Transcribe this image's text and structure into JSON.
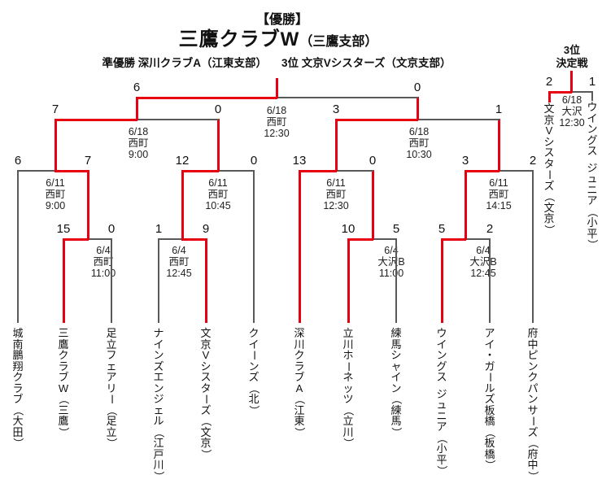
{
  "header": {
    "champion_label": "【優勝】",
    "champion_name": "三鷹クラブW",
    "champion_branch": "（三鷹支部）",
    "runner_up": "準優勝 深川クラブA（江東支部）",
    "third_place": "3位 文京Vシスターズ（文京支部）"
  },
  "teams": [
    "城南鵬翔クラブ（大田）",
    "三鷹クラブW（三鷹）",
    "足立フェアリー（足立）",
    "ナインズエンジェル（江戸川）",
    "文京Vシスターズ（文京）",
    "クイーンズ（北）",
    "深川クラブA（江東）",
    "立川ホーネッツ（立川）",
    "練馬シャイン（練馬）",
    "ウイングス ジュニア（小平）",
    "アイ・ガールズ板橋（板橋）",
    "府中ピンクパンサーズ（府中）"
  ],
  "rounds": {
    "round1": [
      {
        "date": "6/4",
        "venue": "西町",
        "time": "11:00",
        "score_left": "15",
        "score_right": "0",
        "winner": "left"
      },
      {
        "date": "6/4",
        "venue": "西町",
        "time": "12:45",
        "score_left": "1",
        "score_right": "9",
        "winner": "right"
      },
      {
        "date": "6/4",
        "venue": "大沢B",
        "time": "11:00",
        "score_left": "10",
        "score_right": "5",
        "winner": "left"
      },
      {
        "date": "6/4",
        "venue": "大沢B",
        "time": "12:45",
        "score_left": "5",
        "score_right": "2",
        "winner": "left"
      }
    ],
    "quarterfinal": [
      {
        "date": "6/11",
        "venue": "西町",
        "time": "9:00",
        "score_left": "6",
        "score_right": "7",
        "winner": "right"
      },
      {
        "date": "6/11",
        "venue": "西町",
        "time": "10:45",
        "score_left": "12",
        "score_right": "0",
        "winner": "left"
      },
      {
        "date": "6/11",
        "venue": "西町",
        "time": "12:30",
        "score_left": "13",
        "score_right": "0",
        "winner": "left"
      },
      {
        "date": "6/11",
        "venue": "西町",
        "time": "14:15",
        "score_left": "3",
        "score_right": "2",
        "winner": "left"
      }
    ],
    "semifinal": [
      {
        "date": "6/18",
        "venue": "西町",
        "time": "9:00",
        "score_left": "7",
        "score_right": "0",
        "winner": "left"
      },
      {
        "date": "6/18",
        "venue": "西町",
        "time": "10:30",
        "score_left": "3",
        "score_right": "1",
        "winner": "left"
      }
    ],
    "final": {
      "date": "6/18",
      "venue": "西町",
      "time": "12:30",
      "score_left": "6",
      "score_right": "0",
      "winner": "left"
    },
    "third_place": {
      "title_line1": "3位",
      "title_line2": "決定戦",
      "date": "6/18",
      "venue": "大沢",
      "time": "12:30",
      "score_left": "2",
      "score_right": "1",
      "winner": "left",
      "team_left": "文京Vシスターズ（文京）",
      "team_right": "ウイングス ジュニア（小平）"
    }
  },
  "colors": {
    "winner_path": "#e60012",
    "line": "#595959",
    "text": "#111111"
  }
}
